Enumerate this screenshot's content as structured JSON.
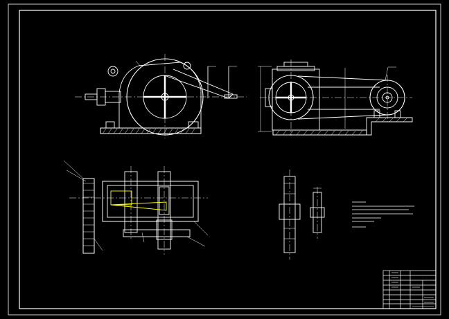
{
  "drawing": {
    "background": "#000000",
    "line_color": "#ffffff",
    "detail_color": "#ffff00",
    "views": [
      "front-view",
      "side-view",
      "plan-section-view",
      "detail-gear-a",
      "detail-gear-b"
    ]
  },
  "title_block": {
    "rows": 8,
    "text": ""
  }
}
